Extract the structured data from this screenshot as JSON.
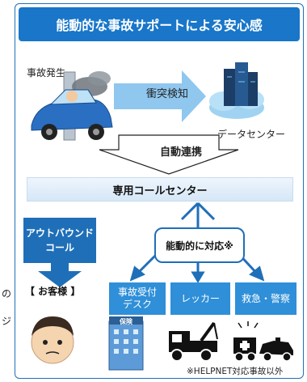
{
  "title": "能動的な事故サポートによる安心感",
  "accident_label": "事故発生",
  "detection_label": "衝突検知",
  "datacenter_label": "データセンター",
  "auto_link_label": "自動連携",
  "callcenter_label": "専用コールセンター",
  "outbound_label_line1": "アウトバウンド",
  "outbound_label_line2": "コール",
  "proactive_label": "能動的に対応※",
  "customer_label": "【 お客様 】",
  "services": [
    {
      "line1": "事故受付",
      "line2": "デスク"
    },
    {
      "line1": "レッカー",
      "line2": ""
    },
    {
      "line1": "救急・警察",
      "line2": ""
    }
  ],
  "insurance_sign": "保険",
  "footnote": "※HELPNET対応事故以外",
  "edge_chars": [
    "の",
    "ジ"
  ],
  "colors": {
    "primary": "#1976c9",
    "box": "#2f8fd8",
    "dark": "#1f6fb8"
  }
}
